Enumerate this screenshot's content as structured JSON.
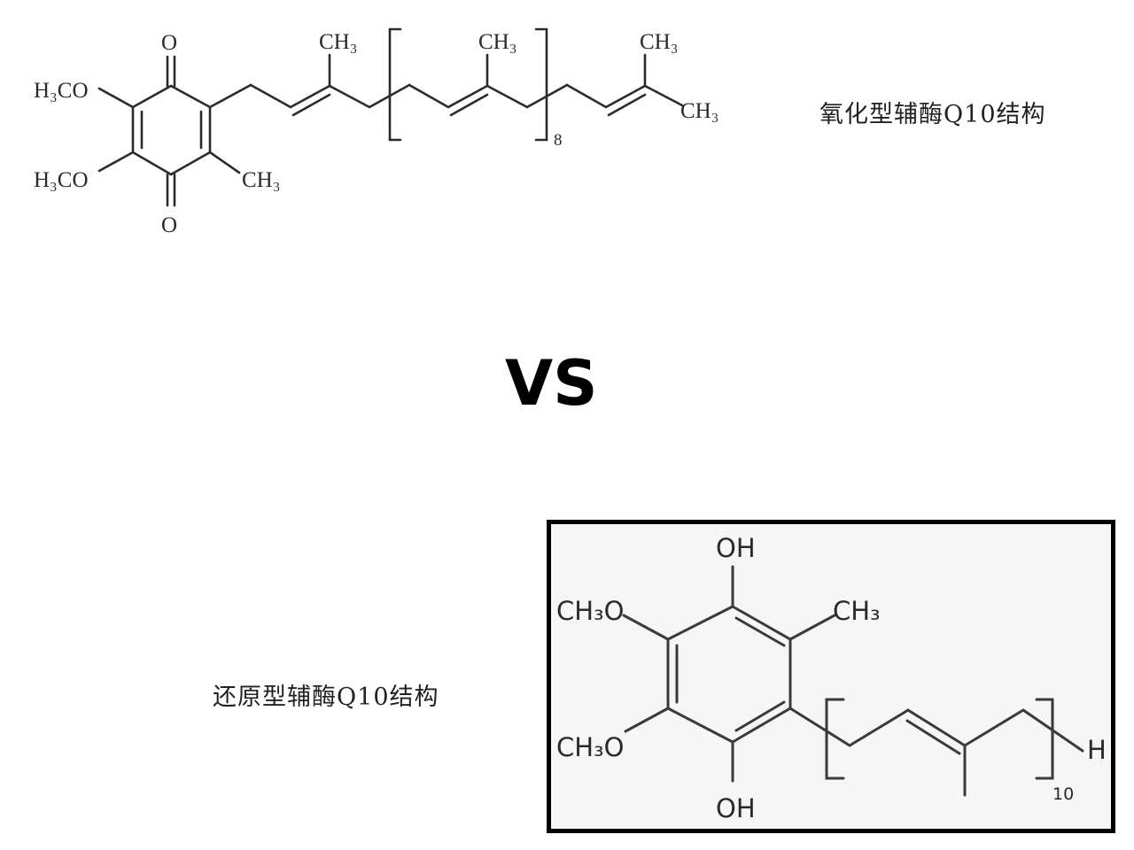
{
  "oxidized": {
    "caption": "氧化型辅酶Q10结构",
    "labels": {
      "o_top": "O",
      "o_bottom": "O",
      "h3co_top": "H₃CO",
      "h3co_bottom": "H₃CO",
      "ch3_ring": "CH₃",
      "ch3_chain1": "CH₃",
      "ch3_repeat": "CH₃",
      "ch3_end_top": "CH₃",
      "ch3_end_right": "CH₃",
      "repeat_count": "8"
    }
  },
  "vs_label": "VS",
  "reduced": {
    "caption": "还原型辅酶Q10结构",
    "labels": {
      "oh_top": "OH",
      "oh_bottom": "OH",
      "ch3o_top": "CH₃O",
      "ch3o_bottom": "CH₃O",
      "ch3_ring": "CH₃",
      "h_end": "H",
      "repeat_count": "10"
    }
  }
}
